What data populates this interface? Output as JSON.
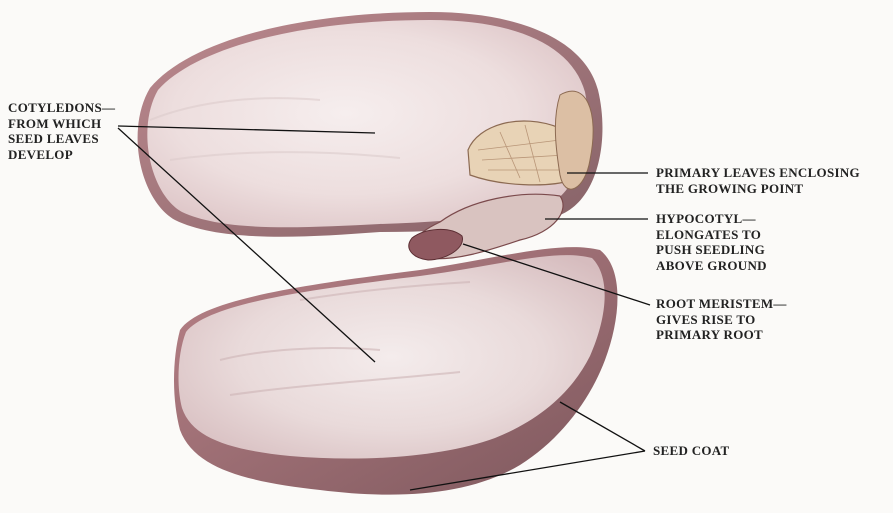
{
  "diagram": {
    "labels": {
      "cotyledons": [
        "COTYLEDONS—",
        "FROM WHICH",
        "SEED LEAVES",
        "DEVELOP"
      ],
      "primary_leaves": [
        "PRIMARY LEAVES ENCLOSING",
        "THE GROWING POINT"
      ],
      "hypocotyl": [
        "HYPOCOTYL—",
        "ELONGATES TO",
        "PUSH SEEDLING",
        "ABOVE GROUND"
      ],
      "root_meristem": [
        "ROOT MERISTEM—",
        "GIVES RISE TO",
        "PRIMARY ROOT"
      ],
      "seed_coat": [
        "SEED COAT"
      ]
    },
    "colors": {
      "cotyledon_fill": "#efe4e3",
      "seed_coat": "#8a4a52",
      "leader_line": "#111111",
      "text": "#222222"
    }
  }
}
